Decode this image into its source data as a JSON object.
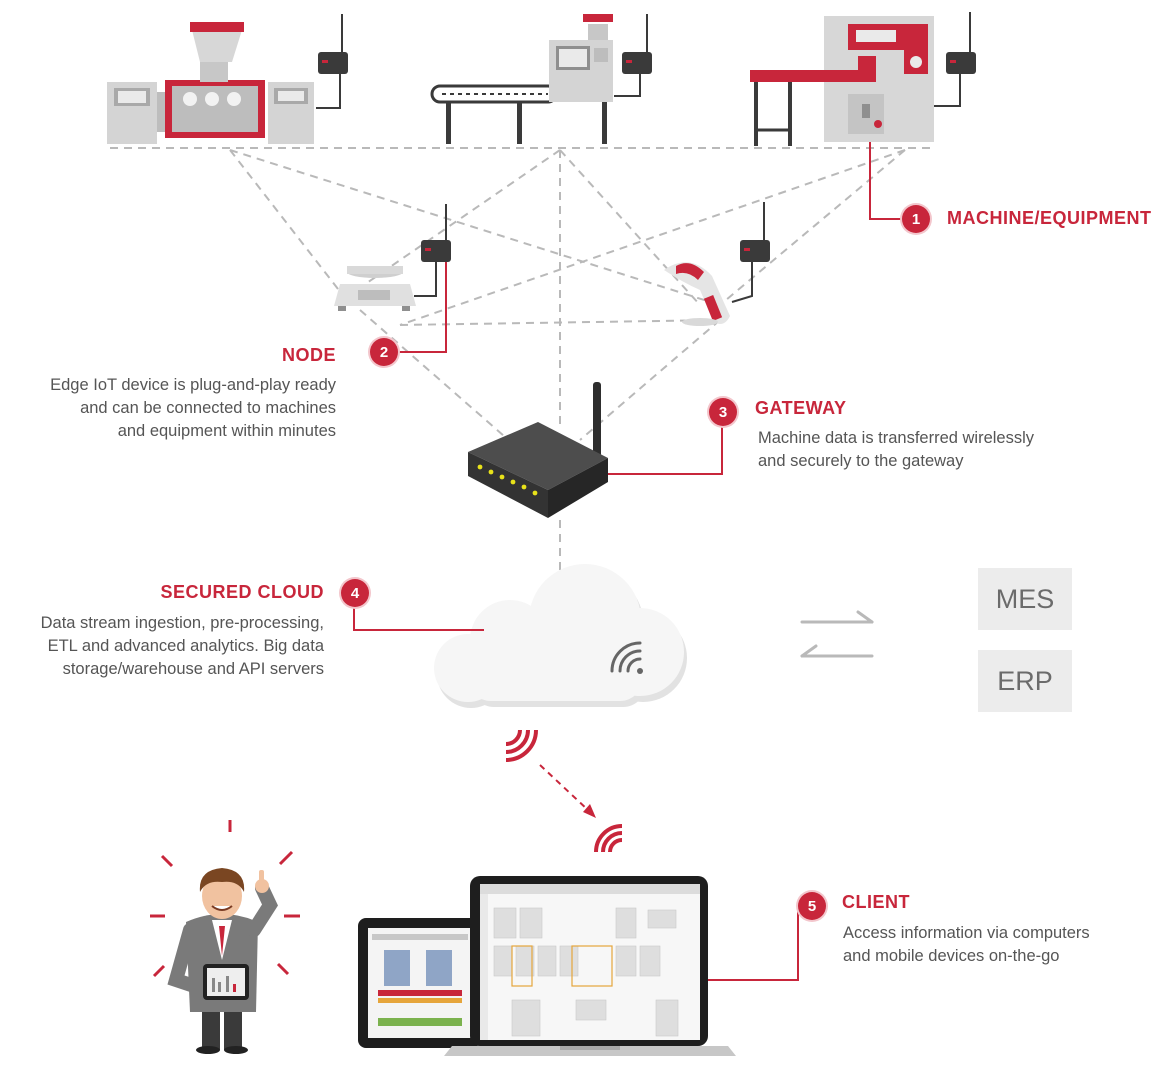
{
  "steps": [
    {
      "num": "1",
      "title": "MACHINE/EQUIPMENT",
      "desc": []
    },
    {
      "num": "2",
      "title": "NODE",
      "desc": [
        "Edge IoT device is plug-and-play ready",
        "and can be connected to machines",
        "and equipment within minutes"
      ]
    },
    {
      "num": "3",
      "title": "GATEWAY",
      "desc": [
        "Machine data is transferred wirelessly",
        "and securely to the gateway"
      ]
    },
    {
      "num": "4",
      "title": "SECURED CLOUD",
      "desc": [
        "Data stream ingestion, pre-processing,",
        "ETL and advanced analytics. Big data",
        "storage/warehouse and API servers"
      ]
    },
    {
      "num": "5",
      "title": "CLIENT",
      "desc": [
        "Access information via computers",
        "and mobile devices on-the-go"
      ]
    }
  ],
  "systems": [
    "MES",
    "ERP"
  ],
  "colors": {
    "accent": "#c8263b",
    "dashed": "#b9b9b9",
    "machine_grey": "#d4d4d4",
    "dark_device": "#3a3a3a"
  }
}
